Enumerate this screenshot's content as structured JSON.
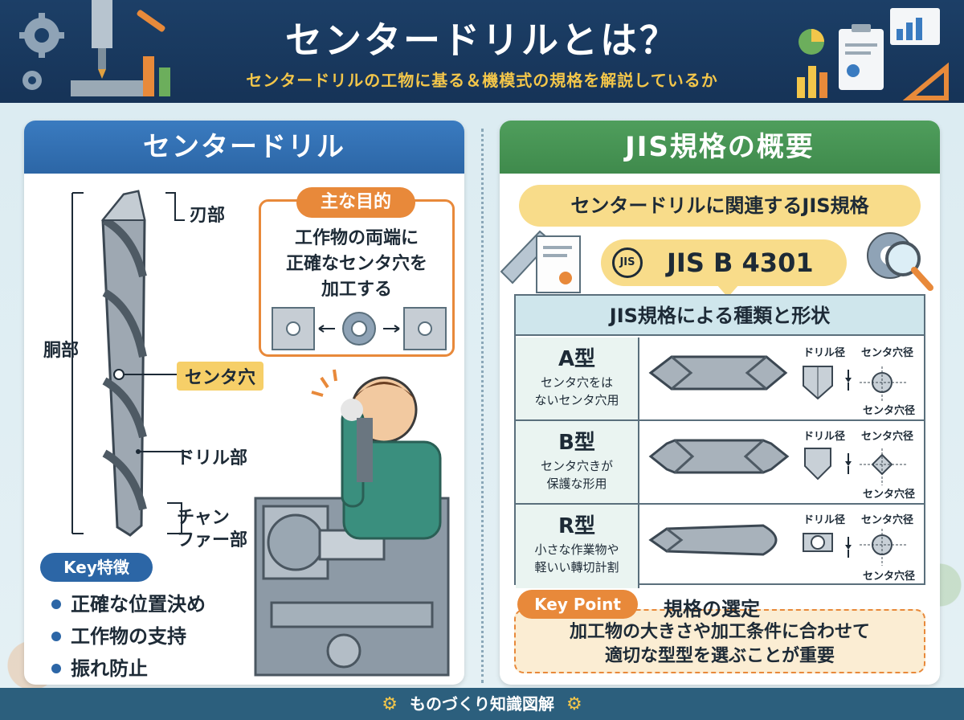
{
  "header": {
    "title": "センタードリルとは？",
    "subtitle": "センタードリルの工物に基る＆機模式の規格を解説しているか"
  },
  "left_panel": {
    "title": "センタードリル",
    "labels": {
      "blade": "刃部",
      "body": "胴部",
      "center_hole": "センタ穴",
      "drill_part": "ドリル部",
      "chamfer_line1": "チャン",
      "chamfer_line2": "ファー部"
    },
    "purpose": {
      "tag": "主な目的",
      "lines": [
        "工作物の両端に",
        "正確なセンタ穴を",
        "加工する"
      ]
    },
    "key_features": {
      "tag": "Key特徴",
      "items": [
        "正確な位置決め",
        "工作物の支持",
        "振れ防止"
      ]
    }
  },
  "right_panel": {
    "title": "JIS規格の概要",
    "related": "センタードリルに関連するJIS規格",
    "jis_mark": "JIS",
    "jis_code": "JIS B 4301",
    "table_title": "JIS規格による種類と形状",
    "types": [
      {
        "name": "A型",
        "desc": [
          "センタ穴をは",
          "ないセンタ穴用"
        ],
        "dim_drill": "ドリル径",
        "dim_hole": "センタ穴径",
        "dim_hole_bottom": "センタ穴径"
      },
      {
        "name": "B型",
        "desc": [
          "センタ穴きが",
          "保護な形用"
        ],
        "dim_drill": "ドリル径",
        "dim_hole": "センタ穴径",
        "dim_hole_bottom": "センタ穴径"
      },
      {
        "name": "R型",
        "desc": [
          "小さな作業物や",
          "軽いい轉切計割"
        ],
        "dim_drill": "ドリル径",
        "dim_hole": "センタ穴径",
        "dim_hole_bottom": "センタ穴径"
      }
    ],
    "key_point": {
      "tag": "Key Point",
      "title": "規格の選定",
      "lines": [
        "加工物の大きさや加工条件に合わせて",
        "適切な型型を選ぶことが重要"
      ]
    }
  },
  "footer": {
    "text": "ものづくり知識図解"
  },
  "colors": {
    "header_bg": "#1c3f67",
    "accent_yellow": "#f3c64a",
    "left_head": "#2c66a6",
    "right_head": "#3f8a4c",
    "orange": "#e8893a"
  }
}
